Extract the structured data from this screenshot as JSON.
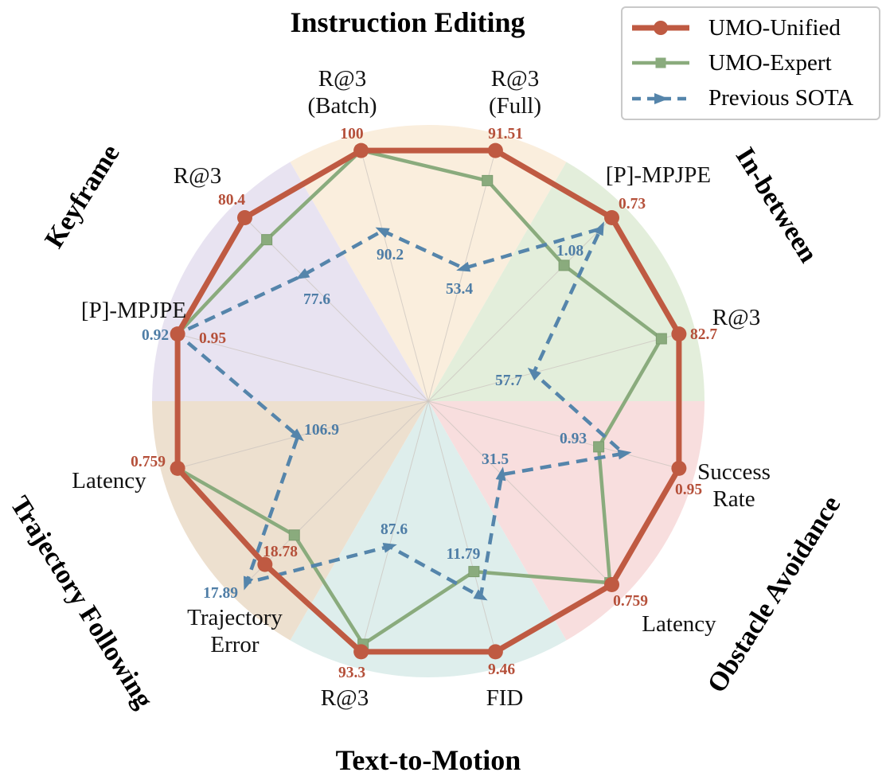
{
  "chart_data": {
    "type": "radar",
    "legend_position": "top-right",
    "grid": "spokes-only",
    "categories": [
      {
        "label": "Instruction Editing",
        "color": "#faeedd"
      },
      {
        "label": "In-between",
        "color": "#e3eedb"
      },
      {
        "label": "Obstacle Avoidance",
        "color": "#f8dede"
      },
      {
        "label": "Text-to-Motion",
        "color": "#deeeec"
      },
      {
        "label": "Trajectory Following",
        "color": "#ede0cf"
      },
      {
        "label": "Keyframe",
        "color": "#e8e3f1"
      }
    ],
    "axes": [
      {
        "label": "R@3\n(Batch)",
        "angle_deg": 105,
        "group": "Instruction Editing"
      },
      {
        "label": "R@3\n(Full)",
        "angle_deg": 75,
        "group": "Instruction Editing"
      },
      {
        "label": "[P]-MPJPE",
        "angle_deg": 45,
        "group": "In-between"
      },
      {
        "label": "R@3",
        "angle_deg": 15,
        "group": "In-between"
      },
      {
        "label": "Success\nRate",
        "angle_deg": -15,
        "group": "Obstacle Avoidance"
      },
      {
        "label": "Latency",
        "angle_deg": -45,
        "group": "Obstacle Avoidance"
      },
      {
        "label": "FID",
        "angle_deg": -75,
        "group": "Text-to-Motion"
      },
      {
        "label": "R@3",
        "angle_deg": -105,
        "group": "Text-to-Motion"
      },
      {
        "label": "Trajectory\nError",
        "angle_deg": -135,
        "group": "Trajectory Following"
      },
      {
        "label": "Latency",
        "angle_deg": -165,
        "group": "Trajectory Following"
      },
      {
        "label": "[P]-MPJPE",
        "angle_deg": 165,
        "group": "Keyframe"
      },
      {
        "label": "R@3",
        "angle_deg": 135,
        "group": "Keyframe"
      }
    ],
    "series": [
      {
        "name": "UMO-Unified",
        "color": "#bf5a42",
        "label_color": "#b5503a",
        "marker": "circle",
        "line_style": "solid",
        "fractions": [
          1,
          1,
          1,
          1,
          1,
          1,
          1,
          1,
          0.89,
          1,
          1,
          1
        ],
        "value_labels": [
          "100",
          "91.51",
          "0.73",
          "82.7",
          "0.95",
          "0.759",
          "9.46",
          "93.3",
          "18.78",
          "0.759",
          "0.95",
          "80.4"
        ]
      },
      {
        "name": "UMO-Expert",
        "color": "#8aab7d",
        "label_color": null,
        "marker": "square",
        "line_style": "solid",
        "fractions": [
          1.0,
          0.88,
          0.74,
          0.93,
          0.68,
          0.99,
          0.68,
          0.97,
          0.73,
          1.0,
          1.0,
          0.88
        ],
        "value_labels": null
      },
      {
        "name": "Previous SOTA",
        "color": "#5585ab",
        "label_color": "#4e7da6",
        "marker": "triangle",
        "line_style": "dashed",
        "fractions": [
          0.68,
          0.53,
          0.94,
          0.42,
          0.78,
          0.4,
          0.78,
          0.58,
          0.99,
          0.52,
          1.0,
          0.685
        ],
        "value_labels": [
          "90.2",
          "53.4",
          "1.08",
          "57.7",
          "0.93",
          "31.5",
          "11.79",
          "87.6",
          "17.89",
          "106.9",
          "0.92",
          "77.6"
        ]
      }
    ]
  }
}
